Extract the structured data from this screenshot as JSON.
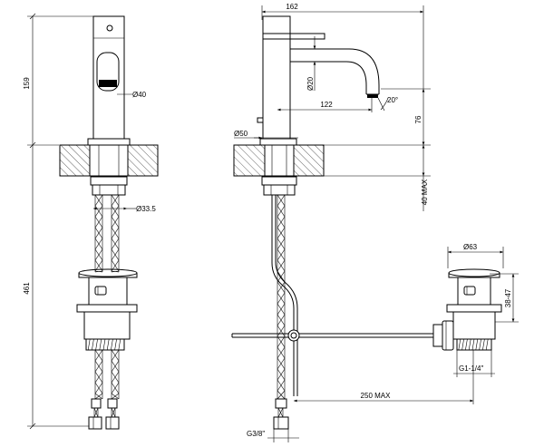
{
  "front_view": {
    "height_159": "159",
    "height_461": "461",
    "dia_40": "Ø40",
    "dia_33_5": "Ø33.5"
  },
  "side_view": {
    "width_162": "162",
    "dia_20": "Ø20",
    "reach_122": "122",
    "angle_20": "20°",
    "height_76": "76",
    "dia_50": "Ø50",
    "max_40": "40 MAX",
    "max_250": "250 MAX",
    "thread_g38": "G3/8\""
  },
  "waste_view": {
    "dia_63": "Ø63",
    "range_38_47": "38-47",
    "thread_g114": "G1-1/4\""
  }
}
